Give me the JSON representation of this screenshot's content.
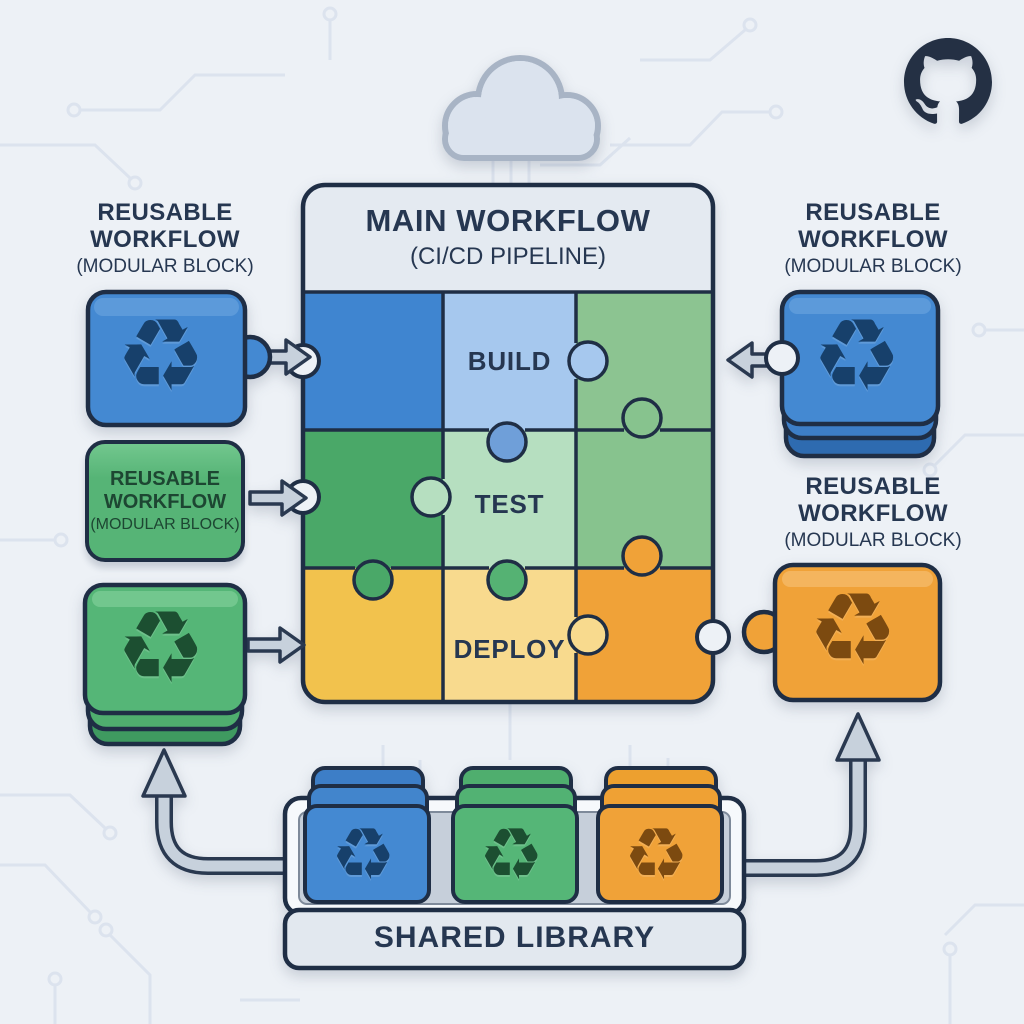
{
  "page": {
    "main_workflow": {
      "title": "MAIN WORKFLOW",
      "subtitle": "(CI/CD PIPELINE)",
      "stages": [
        "BUILD",
        "TEST",
        "DEPLOY"
      ]
    },
    "reusable_label": {
      "line1": "REUSABLE",
      "line2": "WORKFLOW",
      "line3": "(MODULAR BLOCK)"
    },
    "shared_library_label": "SHARED LIBRARY",
    "icons": {
      "recycle_glyph": "♻",
      "github": "github-octocat-mark",
      "cloud": "cloud-shape"
    },
    "colors": {
      "background": "#edf1f6",
      "outline": "#1f2e45",
      "navy_text": "#263751",
      "header_gray": "#e4eaf1",
      "blue": "#4489d2",
      "blue_cell": "#3f85d0",
      "blue_light": "#a6c8ee",
      "green": "#4aa868",
      "green_mid": "#55b273",
      "green_light": "#b6dfc0",
      "green_soft": "#87c38e",
      "yellow": "#f2c24d",
      "yellow_light": "#f8da8e",
      "orange": "#f0a238",
      "arrow_fill": "#c7d1dc",
      "tray_shelf": "#c6cfda",
      "tray_plate": "#e2e8ef"
    }
  }
}
